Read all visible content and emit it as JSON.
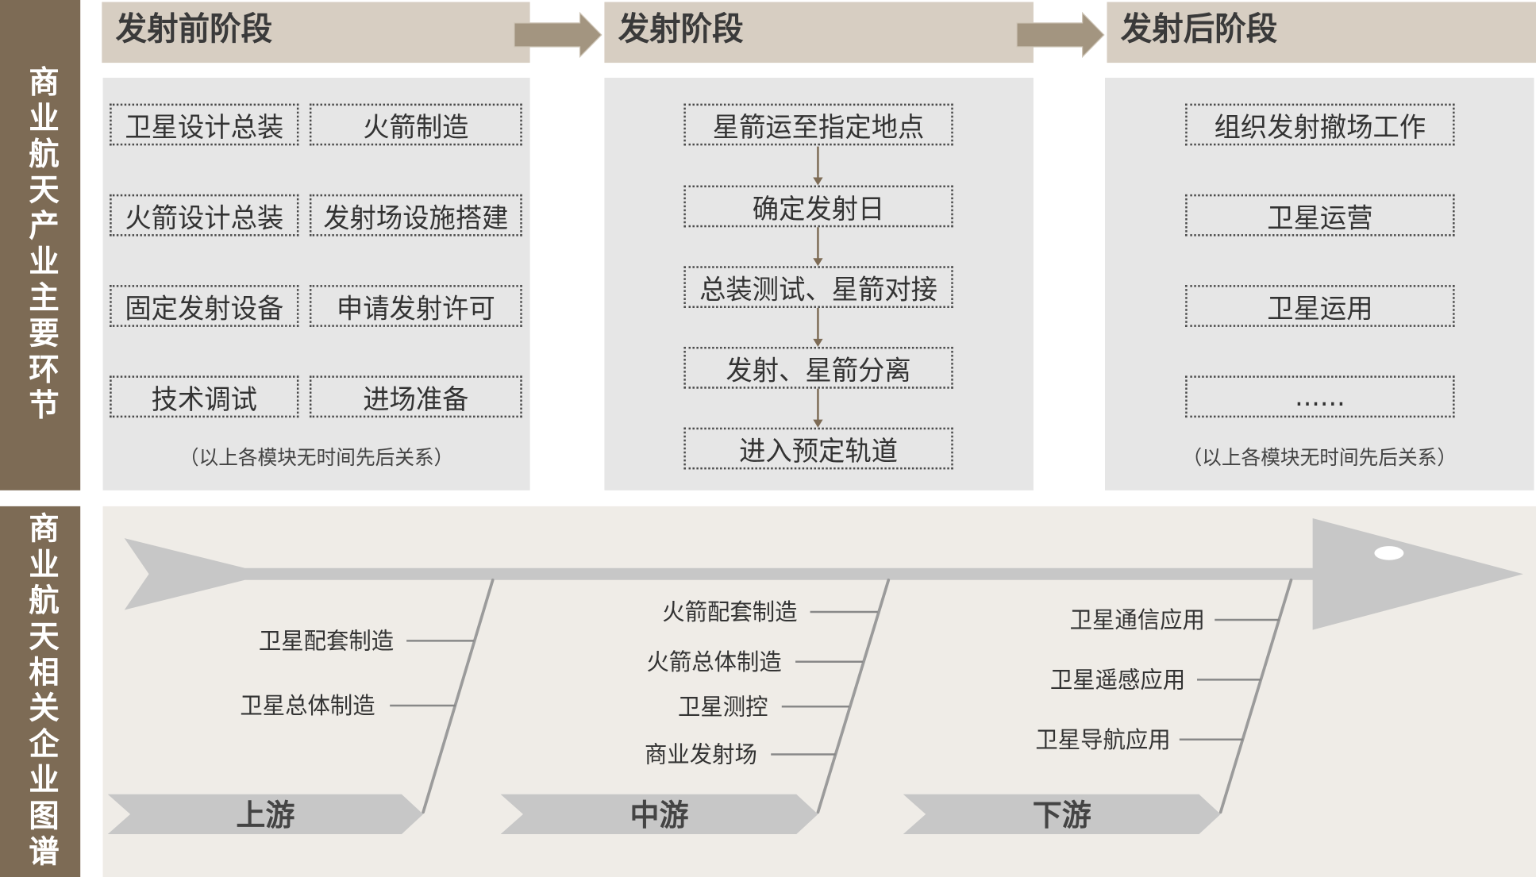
{
  "side_labels": {
    "main_links": "商业航天产业主要环节",
    "company_map": "商业航天相关企业图谱"
  },
  "stages": [
    {
      "title": "发射前阶段",
      "items": [
        "卫星设计总装",
        "火箭制造",
        "火箭设计总装",
        "发射场设施搭建",
        "固定发射设备",
        "申请发射许可",
        "技术调试",
        "进场准备"
      ],
      "note": "（以上各模块无时间先后关系）"
    },
    {
      "title": "发射阶段",
      "items": [
        "星箭运至指定地点",
        "确定发射日",
        "总装测试、星箭对接",
        "发射、星箭分离",
        "进入预定轨道"
      ]
    },
    {
      "title": "发射后阶段",
      "items": [
        "组织发射撤场工作",
        "卫星运营",
        "卫星运用",
        "......"
      ],
      "note": "（以上各模块无时间先后关系）"
    }
  ],
  "chain": [
    {
      "label": "上游",
      "branches": [
        "卫星配套制造",
        "卫星总体制造"
      ]
    },
    {
      "label": "中游",
      "branches": [
        "火箭配套制造",
        "火箭总体制造",
        "卫星测控",
        "商业发射场"
      ]
    },
    {
      "label": "下游",
      "branches": [
        "卫星通信应用",
        "卫星遥感应用",
        "卫星导航应用"
      ]
    }
  ],
  "colors": {
    "side": "#7d6b55",
    "header": "#d7cec2",
    "header_arrow": "#a39580",
    "panel": "#e6e6e6",
    "bottom": "#efece7",
    "fishbone": "#c7c7c7",
    "flow_arrow": "#7d6b55"
  }
}
